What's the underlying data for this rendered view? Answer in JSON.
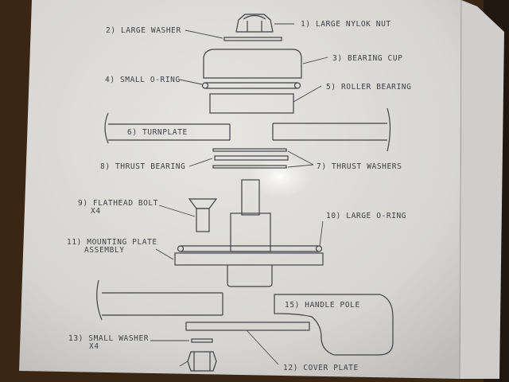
{
  "diagram": {
    "labels": {
      "p1": "1) LARGE NYLOK NUT",
      "p2": "2) LARGE WASHER",
      "p3": "3) BEARING CUP",
      "p4": "4) SMALL O-RING",
      "p5": "5) ROLLER BEARING",
      "p6": "6) TURNPLATE",
      "p7": "7) THRUST WASHERS",
      "p8": "8) THRUST BEARING",
      "p9a": "9) FLATHEAD BOLT",
      "p9b": "X4",
      "p10": "10) LARGE O-RING",
      "p11a": "11) MOUNTING PLATE",
      "p11b": "ASSEMBLY",
      "p12": "12) COVER PLATE",
      "p13a": "13) SMALL WASHER",
      "p13b": "X4",
      "p15": "15) HANDLE POLE"
    }
  },
  "colors": {
    "background": "#3a2614",
    "paper": "#dcdbd7",
    "ink": "#3f4148"
  }
}
